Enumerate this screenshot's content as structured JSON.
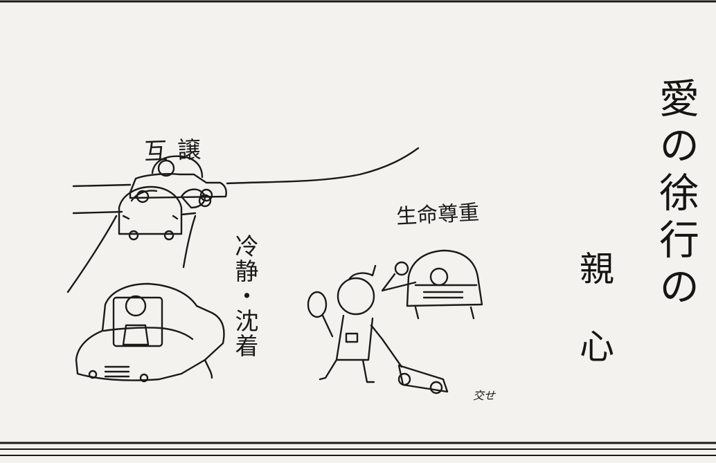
{
  "title": "愛の徐行の",
  "author": "親心",
  "labels": {
    "mutual_yield": "互譲",
    "respect_life": "生命尊重",
    "calm": "冷静・沈着",
    "signature": "交せ"
  },
  "colors": {
    "paper": "#f4f2ee",
    "ink": "#1a1a1a"
  }
}
